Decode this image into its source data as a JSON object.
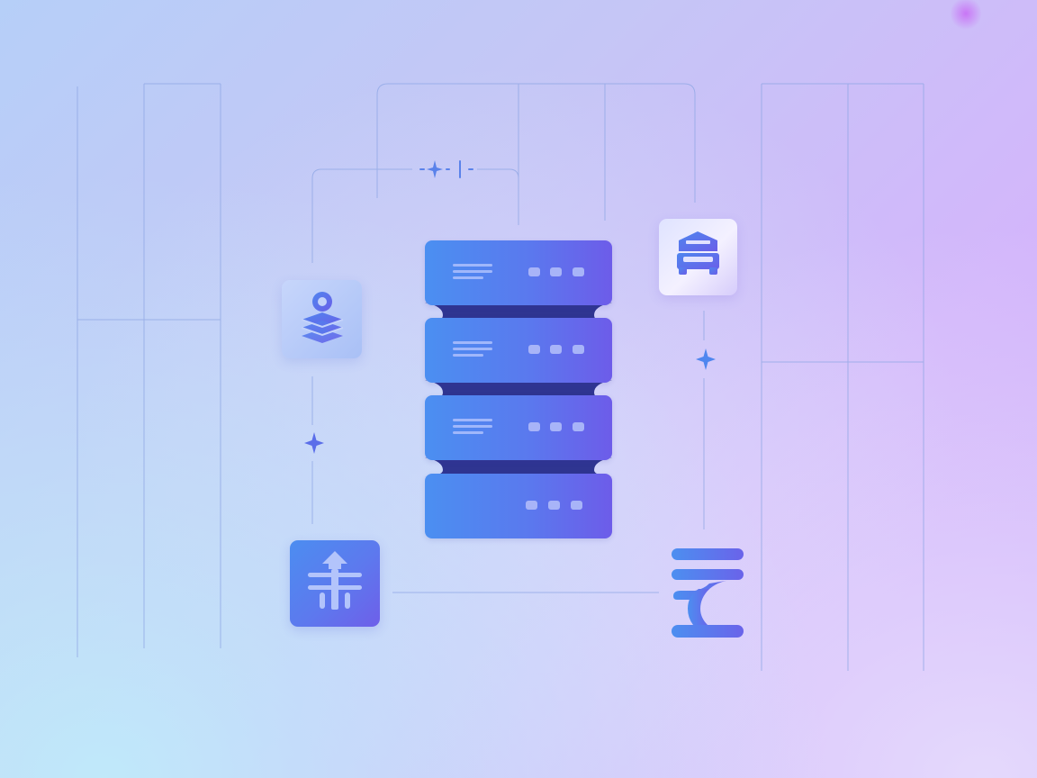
{
  "illustration": {
    "colors": {
      "accent_blue": "#4b8ff1",
      "accent_purple": "#6d5ce9",
      "line": "#8fa8e6",
      "server_dark": "#3a3c99"
    },
    "server": {
      "units": 4,
      "icon": "server-rack-icon"
    },
    "nodes": [
      {
        "id": "database",
        "icon": "database-stack-icon"
      },
      {
        "id": "cloud-bus",
        "icon": "bus-icon"
      },
      {
        "id": "tree",
        "icon": "tree-network-icon"
      },
      {
        "id": "logo",
        "icon": "z-logo-icon"
      }
    ]
  }
}
